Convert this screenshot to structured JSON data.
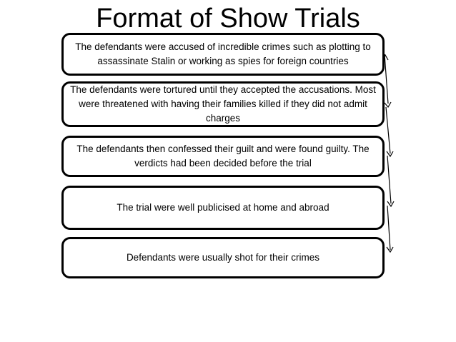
{
  "title": "Format of Show Trials",
  "steps": [
    "The defendants were accused of incredible crimes such as plotting to assassinate Stalin or working as spies for foreign countries",
    "The defendants were tortured until they accepted the accusations. Most were threatened with having their families killed if they did not admit charges",
    "The defendants then confessed their guilt and were found guilty. The verdicts had been decided before the trial",
    "The trial were well publicised at home and abroad",
    "Defendants were usually shot for their crimes"
  ],
  "colors": {
    "border": "#000000",
    "text": "#000000",
    "background": "#ffffff"
  }
}
